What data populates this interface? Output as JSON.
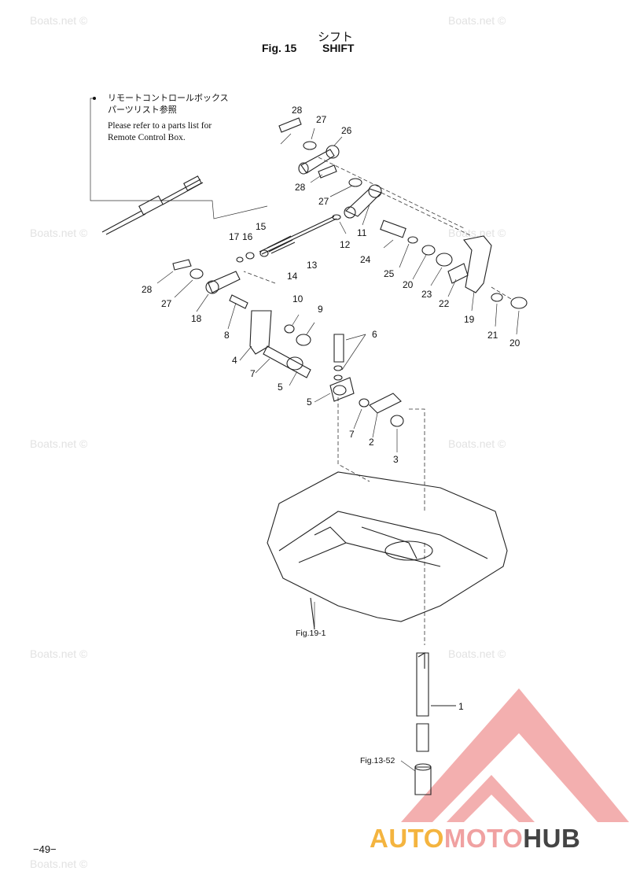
{
  "header": {
    "title_jp": "シフト",
    "fig_label": "Fig. 15",
    "title_en": "SHIFT"
  },
  "note": {
    "jp_line1": "リモートコントロールボックス",
    "jp_line2": "パーツリスト参照",
    "en_line1": "Please refer to a parts list for",
    "en_line2": "Remote Control Box."
  },
  "callouts": [
    "28",
    "27",
    "26",
    "28",
    "27",
    "11",
    "12",
    "17",
    "16",
    "15",
    "13",
    "14",
    "24",
    "25",
    "20",
    "23",
    "22",
    "19",
    "21",
    "20",
    "28",
    "27",
    "18",
    "8",
    "10",
    "9",
    "4",
    "7",
    "5",
    "6",
    "5",
    "7",
    "2",
    "3",
    "1"
  ],
  "references": {
    "fig19": "Fig.19-1",
    "fig13": "Fig.13-52"
  },
  "watermark": "Boats.net ©",
  "page_number": "−49−",
  "logo": {
    "part1": "AUTO",
    "part2": "MOTO",
    "part3": "HUB",
    "colors": {
      "auto": "#f4b43f",
      "moto": "#f0a1a1",
      "hub": "#444444",
      "triangle": "#f0a1a1"
    }
  }
}
